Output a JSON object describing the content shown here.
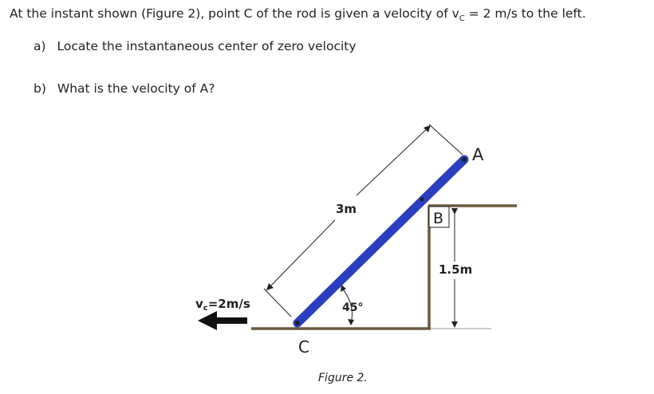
{
  "problem": {
    "stem_prefix": "At the instant shown (Figure 2), point C of the rod is given a velocity of v",
    "stem_sub": "C",
    "stem_suffix": " = 2 m/s to the left.",
    "part_a_marker": "a)",
    "part_a_text": "Locate the instantaneous center of zero velocity",
    "part_b_marker": "b)",
    "part_b_text": "What is the velocity of A?"
  },
  "figure": {
    "caption": "Figure 2.",
    "rod_length_label": "3m",
    "height_label": "1.5m",
    "angle_label": "45°",
    "point_a": "A",
    "point_b": "B",
    "point_c": "C",
    "velocity_label_v": "v",
    "velocity_label_sub": "c",
    "velocity_label_rest": "=2m/s",
    "colors": {
      "rod": "#2a3fbf",
      "ground": "#6b5a3c",
      "arrow": "#111111"
    }
  }
}
